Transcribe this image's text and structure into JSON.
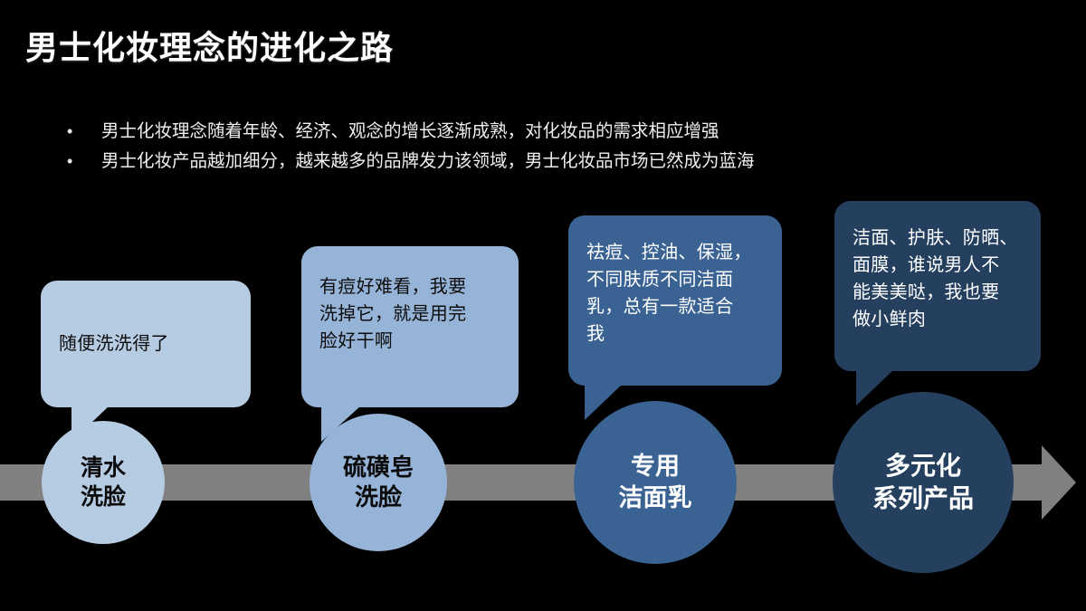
{
  "slide": {
    "background_color": "#000000",
    "title": "男士化妆理念的进化之路",
    "bullets": [
      {
        "marker": "•",
        "text": "男士化妆理念随着年龄、经济、观念的增长逐渐成熟，对化妆品的需求相应增强"
      },
      {
        "marker": "•",
        "text": "男士化妆产品越加细分，越来越多的品牌发力该领域，男士化妆品市场已然成为蓝海"
      }
    ],
    "timeline": {
      "bar_color": "#808080",
      "arrow_direction": "right",
      "stages": [
        {
          "id": "stage-1",
          "quote_line1": "随便洗洗得了",
          "quote_line2": "",
          "quote_line3": "",
          "quote_line4": "",
          "label_line1": "清水",
          "label_line2": "洗脸",
          "color": "#b6cce3",
          "text_color": "#0b0b0b"
        },
        {
          "id": "stage-2",
          "quote_line1": "有痘好难看，我要",
          "quote_line2": "洗掉它，就是用完",
          "quote_line3": "脸好干啊",
          "quote_line4": "",
          "label_line1": "硫磺皂",
          "label_line2": "洗脸",
          "color": "#96b4d8",
          "text_color": "#0b0b0b"
        },
        {
          "id": "stage-3",
          "quote_line1": "祛痘、控油、保湿，",
          "quote_line2": "不同肤质不同洁面",
          "quote_line3": "乳，总有一款适合",
          "quote_line4": "我",
          "label_line1": "专用",
          "label_line2": "洁面乳",
          "color": "#3a6394",
          "text_color": "#ffffff"
        },
        {
          "id": "stage-4",
          "quote_line1": "洁面、护肤、防晒、",
          "quote_line2": "面膜，谁说男人不",
          "quote_line3": "能美美哒，我也要",
          "quote_line4": "做小鲜肉",
          "label_line1": "多元化",
          "label_line2": "系列产品",
          "color": "#25405f",
          "text_color": "#ffffff"
        }
      ]
    }
  }
}
